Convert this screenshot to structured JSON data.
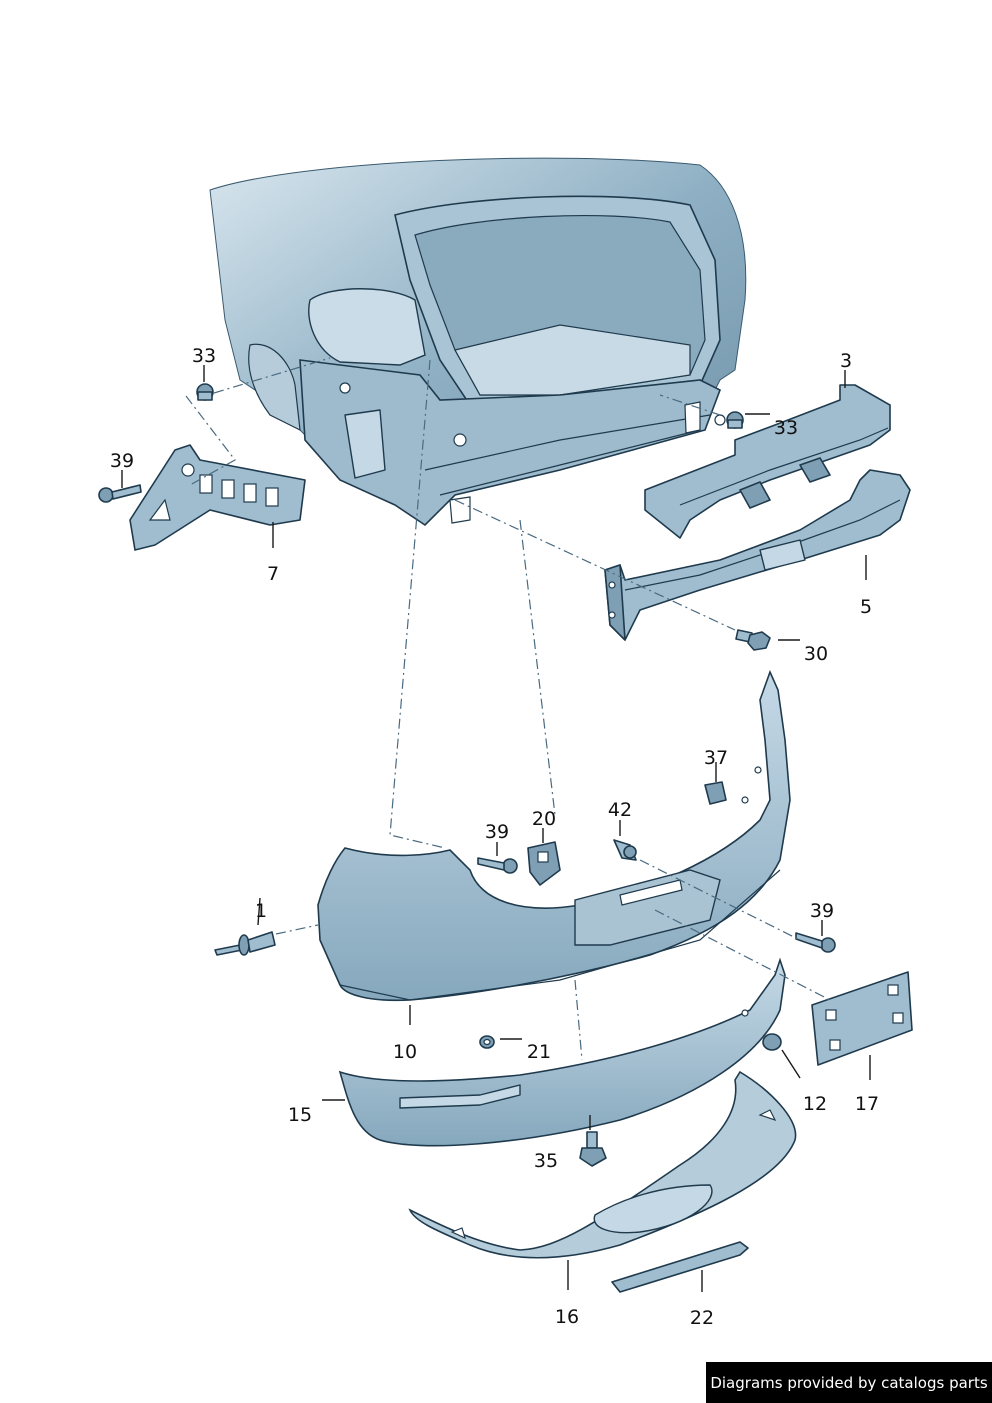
{
  "callouts": [
    {
      "id": "c1",
      "label": "1"
    },
    {
      "id": "c3",
      "label": "3"
    },
    {
      "id": "c5",
      "label": "5"
    },
    {
      "id": "c7",
      "label": "7"
    },
    {
      "id": "c10",
      "label": "10"
    },
    {
      "id": "c12",
      "label": "12"
    },
    {
      "id": "c15",
      "label": "15"
    },
    {
      "id": "c16",
      "label": "16"
    },
    {
      "id": "c17",
      "label": "17"
    },
    {
      "id": "c20",
      "label": "20"
    },
    {
      "id": "c21",
      "label": "21"
    },
    {
      "id": "c22",
      "label": "22"
    },
    {
      "id": "c30",
      "label": "30"
    },
    {
      "id": "c33a",
      "label": "33"
    },
    {
      "id": "c33b",
      "label": "33"
    },
    {
      "id": "c35",
      "label": "35"
    },
    {
      "id": "c37",
      "label": "37"
    },
    {
      "id": "c39a",
      "label": "39"
    },
    {
      "id": "c39b",
      "label": "39"
    },
    {
      "id": "c39c",
      "label": "39"
    },
    {
      "id": "c42",
      "label": "42"
    }
  ],
  "footer": {
    "text": "Diagrams provided by catalogs parts"
  },
  "colors": {
    "part_fill": "#9fbdcf",
    "part_outline": "#1f3a4d",
    "background": "#ffffff"
  }
}
